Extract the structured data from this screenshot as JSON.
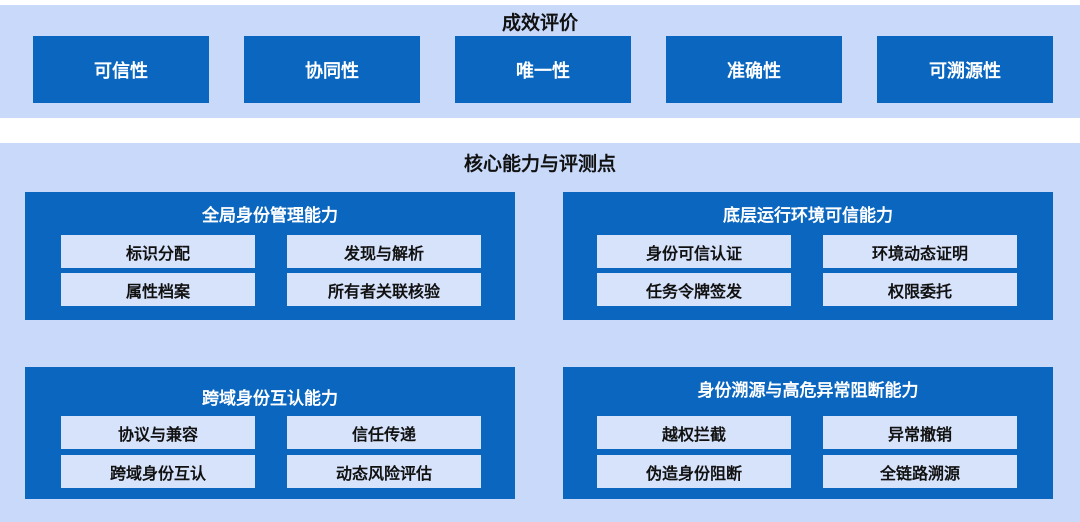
{
  "evaluation": {
    "title": "成效评价",
    "criteria": [
      "可信性",
      "协同性",
      "唯一性",
      "准确性",
      "可溯源性"
    ]
  },
  "core": {
    "title": "核心能力与评测点",
    "capabilities": [
      {
        "title": "全局身份管理能力",
        "points": [
          "标识分配",
          "发现与解析",
          "属性档案",
          "所有者关联核验"
        ]
      },
      {
        "title": "底层运行环境可信能力",
        "points": [
          "身份可信认证",
          "环境动态证明",
          "任务令牌签发",
          "权限委托"
        ]
      },
      {
        "title": "跨域身份互认能力",
        "points": [
          "协议与兼容",
          "信任传递",
          "跨域身份互认",
          "动态风险评估"
        ]
      },
      {
        "title": "身份溯源与高危异常阻断能力",
        "points": [
          "越权拦截",
          "异常撤销",
          "伪造身份阻断",
          "全链路溯源"
        ]
      }
    ]
  },
  "colors": {
    "panel_bg": "#c8d9fa",
    "box_blue": "#0a66bf",
    "point_bg": "#d6e3fb"
  }
}
